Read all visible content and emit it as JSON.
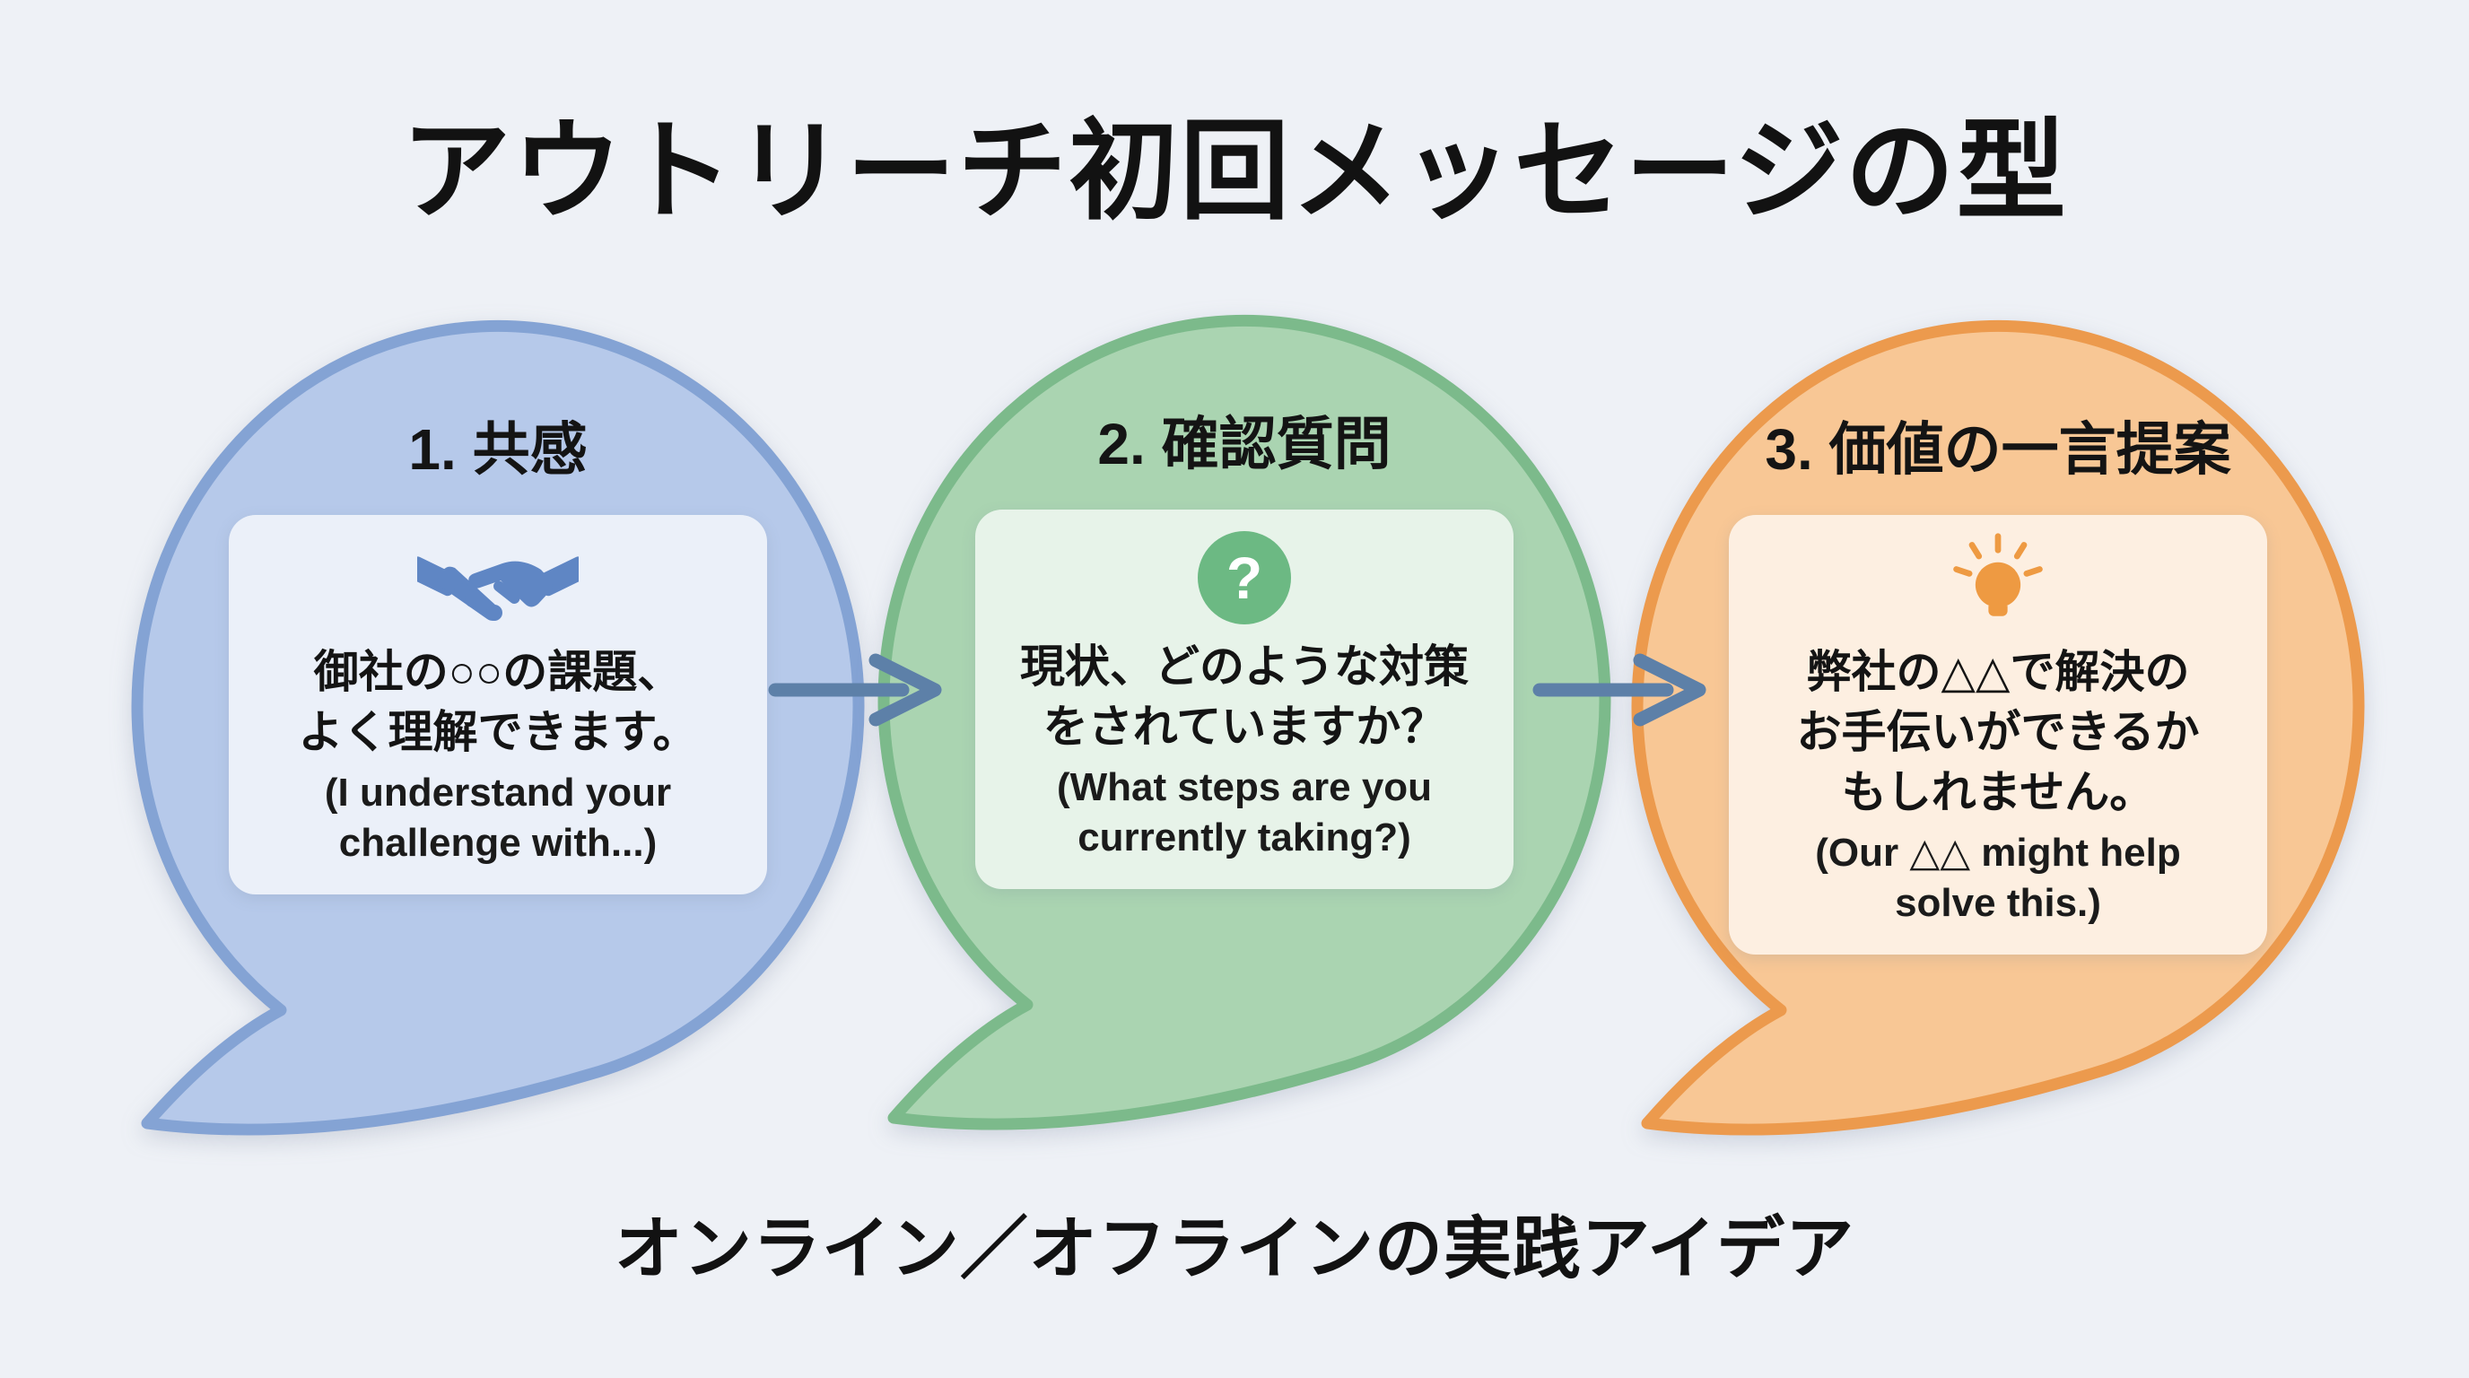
{
  "title": "アウトリーチ初回メッセージの型",
  "footer": "オンライン／オフラインの実践アイデア",
  "background": "#eef1f6",
  "text_color": "#141414",
  "arrow": {
    "color": "#5d80a8"
  },
  "steps": [
    {
      "heading": "1. 共感",
      "icon": "handshake-icon",
      "jp": "御社の○○の課題、\nよく理解できます。",
      "en": "(I understand your\nchallenge with...)",
      "colors": {
        "fill": "#b6c9ea",
        "border": "#84a3d4",
        "icon": "#5f86c4"
      }
    },
    {
      "heading": "2. 確認質問",
      "icon": "question-icon",
      "glyph": "?",
      "jp": "現状、どのような対策\nをされていますか？",
      "en": "(What steps are you\ncurrently taking?)",
      "colors": {
        "fill": "#aad4b1",
        "border": "#7cba8b",
        "icon": "#6cb983"
      }
    },
    {
      "heading": "3. 価値の一言提案",
      "icon": "lightbulb-icon",
      "jp": "弊社の△△で解決の\nお手伝いができるか\nもしれません。",
      "en": "(Our △△ might help\nsolve this.)",
      "colors": {
        "fill": "#f8c795",
        "border": "#ec9a4d",
        "icon": "#ee9a42"
      }
    }
  ]
}
